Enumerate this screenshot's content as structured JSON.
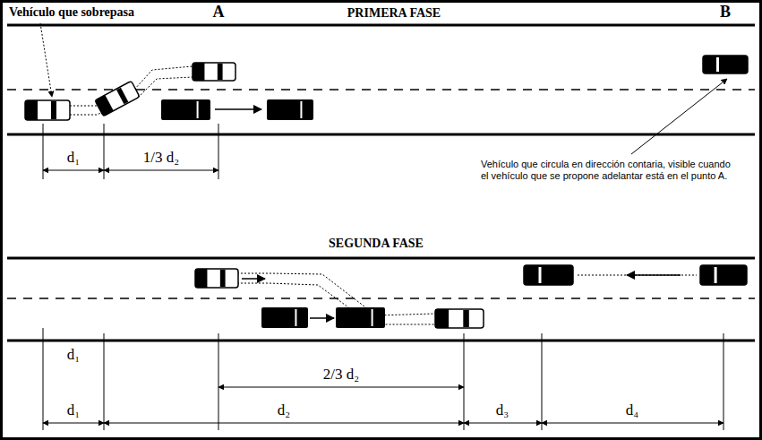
{
  "diagram": {
    "labels": [
      "Vehículo que sobrepasa",
      "A",
      "PRIMERA FASE",
      "B",
      "d₁",
      "1/3 d₂",
      "Vehículo que circula en dirección contaria, visible cuando el vehículo que se propone adelantar está en el punto A.",
      "SEGUNDA FASE",
      "d₁",
      "2/3 d₂",
      "d₁",
      "d₂",
      "d₃",
      "d₄"
    ]
  }
}
